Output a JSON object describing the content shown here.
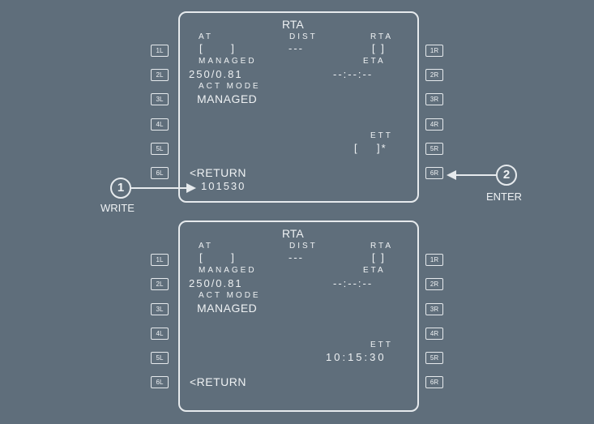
{
  "left_keys": [
    "1L",
    "2L",
    "3L",
    "4L",
    "5L",
    "6L"
  ],
  "right_keys": [
    "1R",
    "2R",
    "3R",
    "4R",
    "5R",
    "6R"
  ],
  "screens": [
    {
      "title": "RTA",
      "at_label": "AT",
      "at_value": "[      ]",
      "dist_label": "DIST",
      "dist_value": "---",
      "rta_label": "RTA",
      "rta_value": "[ ]",
      "managed_label": "MANAGED",
      "speed_value": "250/0.81",
      "eta_label": "ETA",
      "eta_value": "--:--:--",
      "act_mode_label": "ACT MODE",
      "act_mode_value": "MANAGED",
      "ett_label": "ETT",
      "ett_value": "[    ]*",
      "return_label": "<RETURN",
      "scratchpad": "101530"
    },
    {
      "title": "RTA",
      "at_label": "AT",
      "at_value": "[      ]",
      "dist_label": "DIST",
      "dist_value": "---",
      "rta_label": "RTA",
      "rta_value": "[ ]",
      "managed_label": "MANAGED",
      "speed_value": "250/0.81",
      "eta_label": "ETA",
      "eta_value": "--:--:--",
      "act_mode_label": "ACT MODE",
      "act_mode_value": "MANAGED",
      "ett_label": "ETT",
      "ett_value": "10:15:30",
      "return_label": "<RETURN"
    }
  ],
  "steps": [
    {
      "number": "1",
      "label": "WRITE"
    },
    {
      "number": "2",
      "label": "ENTER"
    }
  ]
}
